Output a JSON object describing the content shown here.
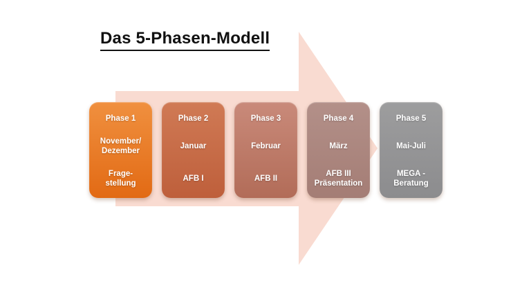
{
  "slide": {
    "title": "Das 5-Phasen-Modell",
    "background_color": "#ffffff",
    "title_color": "#111111"
  },
  "arrow": {
    "name": "process-arrow-right",
    "color": "#f9dbd1",
    "direction": "right"
  },
  "phases": [
    {
      "phase": "Phase 1",
      "period": "November/\nDezember",
      "description": "Frage-\nstellung",
      "color_top": "#f0903f",
      "color_bottom": "#e26a14"
    },
    {
      "phase": "Phase 2",
      "period": "Januar",
      "description": "AFB I",
      "color_top": "#d07a55",
      "color_bottom": "#be5f3b"
    },
    {
      "phase": "Phase 3",
      "period": "Februar",
      "description": "AFB II",
      "color_top": "#c98a7a",
      "color_bottom": "#b26c58"
    },
    {
      "phase": "Phase 4",
      "period": "März",
      "description": "AFB III\nPräsentation",
      "color_top": "#b39089",
      "color_bottom": "#a47d75"
    },
    {
      "phase": "Phase 5",
      "period": "Mai-Juli",
      "description": "MEGA -\nBeratung",
      "color_top": "#9d9d9e",
      "color_bottom": "#8c8c8e"
    }
  ]
}
